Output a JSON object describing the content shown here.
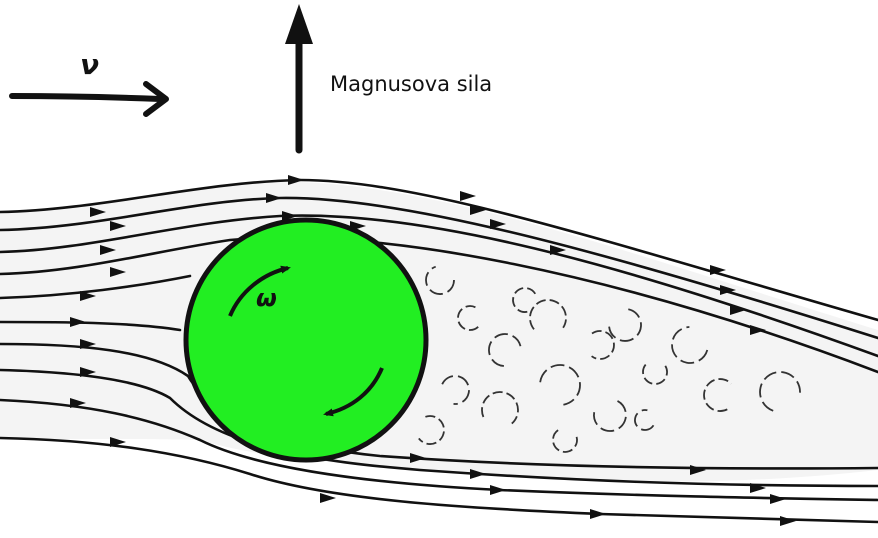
{
  "labels": {
    "force": "Magnusova sila",
    "velocity": "ν",
    "angular_velocity": "ω"
  },
  "colors": {
    "ball": "#22ee22",
    "ball_outline": "#111111",
    "stroke": "#111111",
    "wake_fill": "#f4f4f4"
  },
  "icons": [
    "velocity-arrow-icon",
    "force-arrow-icon",
    "rotation-arrow-icon"
  ]
}
